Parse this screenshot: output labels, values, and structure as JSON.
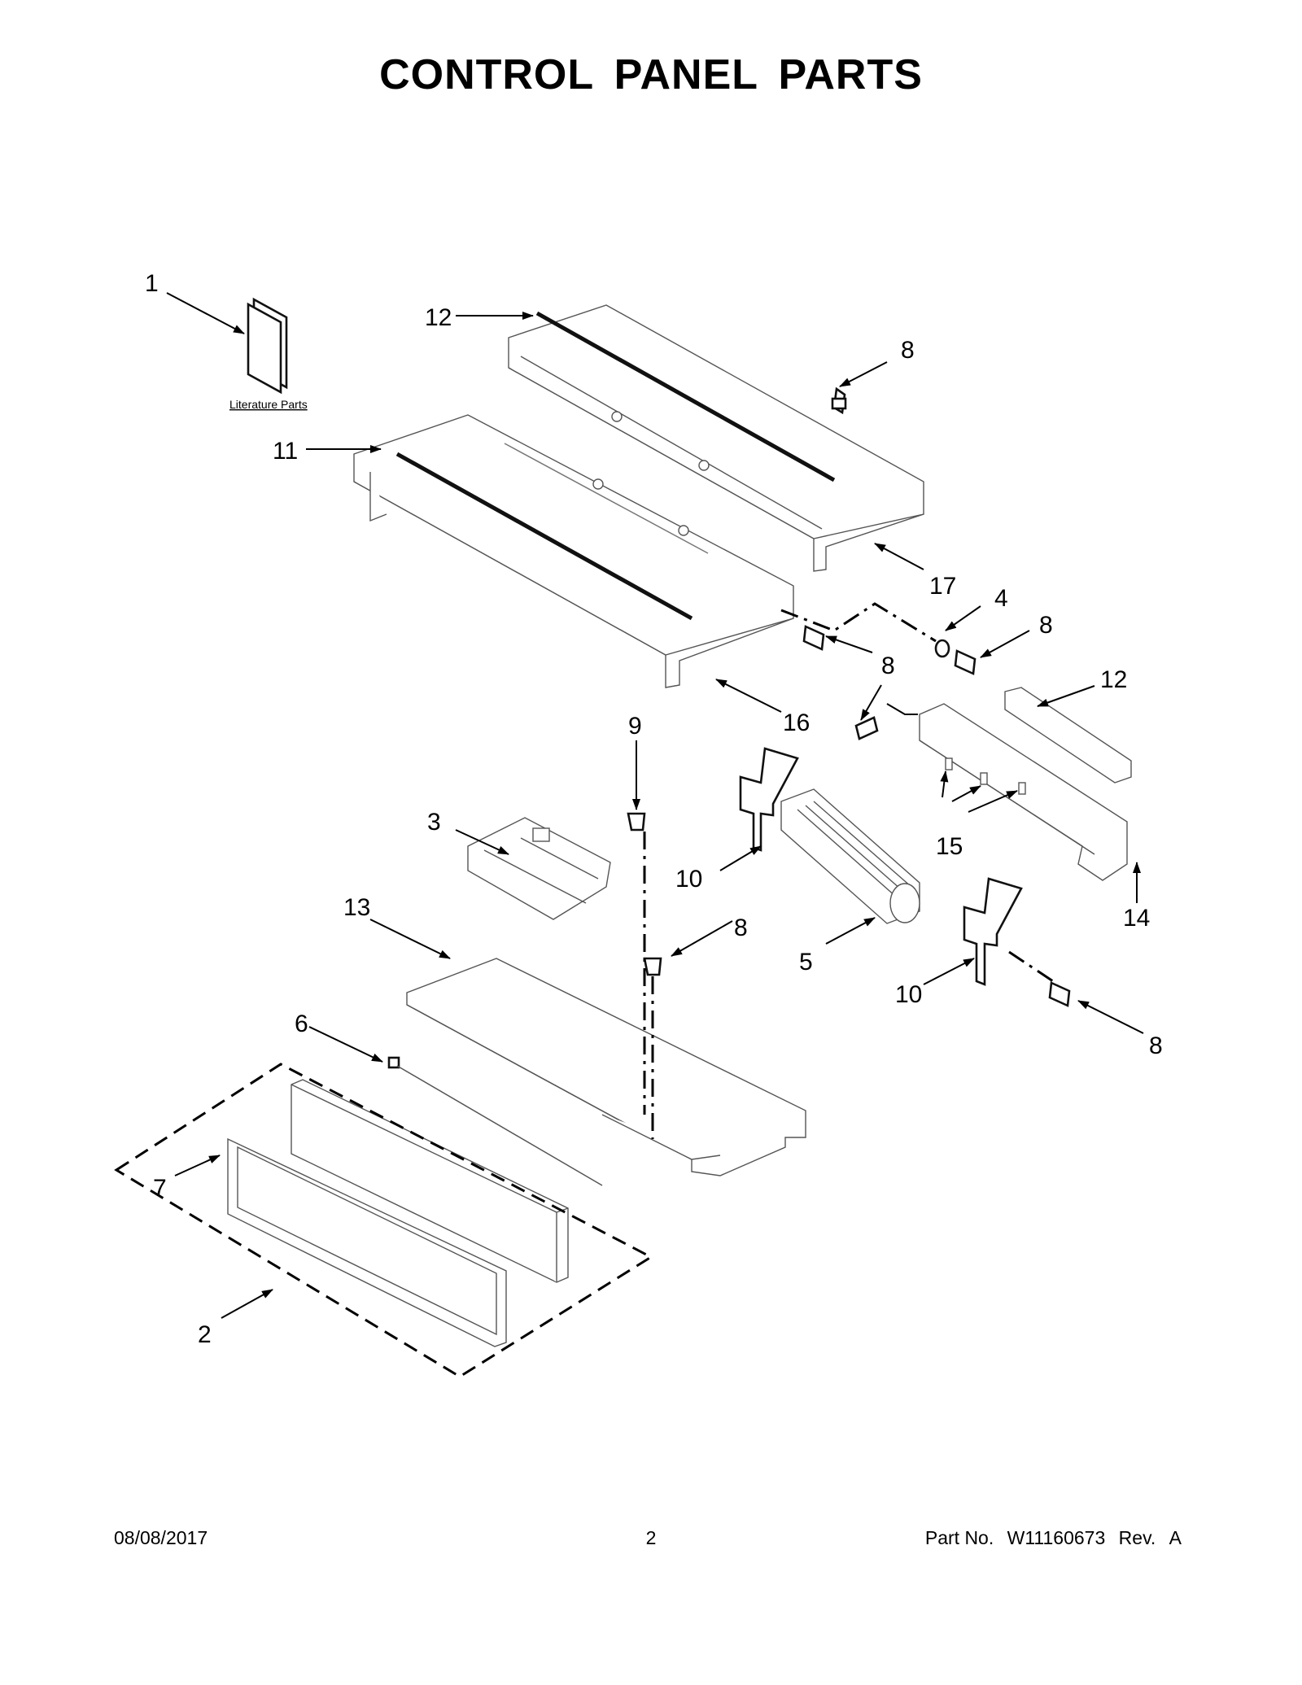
{
  "title": "CONTROL PANEL PARTS",
  "literature_label": "Literature Parts",
  "callouts": [
    "1",
    "2",
    "3",
    "4",
    "5",
    "6",
    "7",
    "8",
    "9",
    "10",
    "11",
    "12",
    "13",
    "14",
    "15",
    "16",
    "17"
  ],
  "footer": {
    "date": "08/08/2017",
    "page": "2",
    "part_label": "Part No.",
    "part_number": "W11160673",
    "rev_label": "Rev.",
    "rev_value": "A"
  }
}
